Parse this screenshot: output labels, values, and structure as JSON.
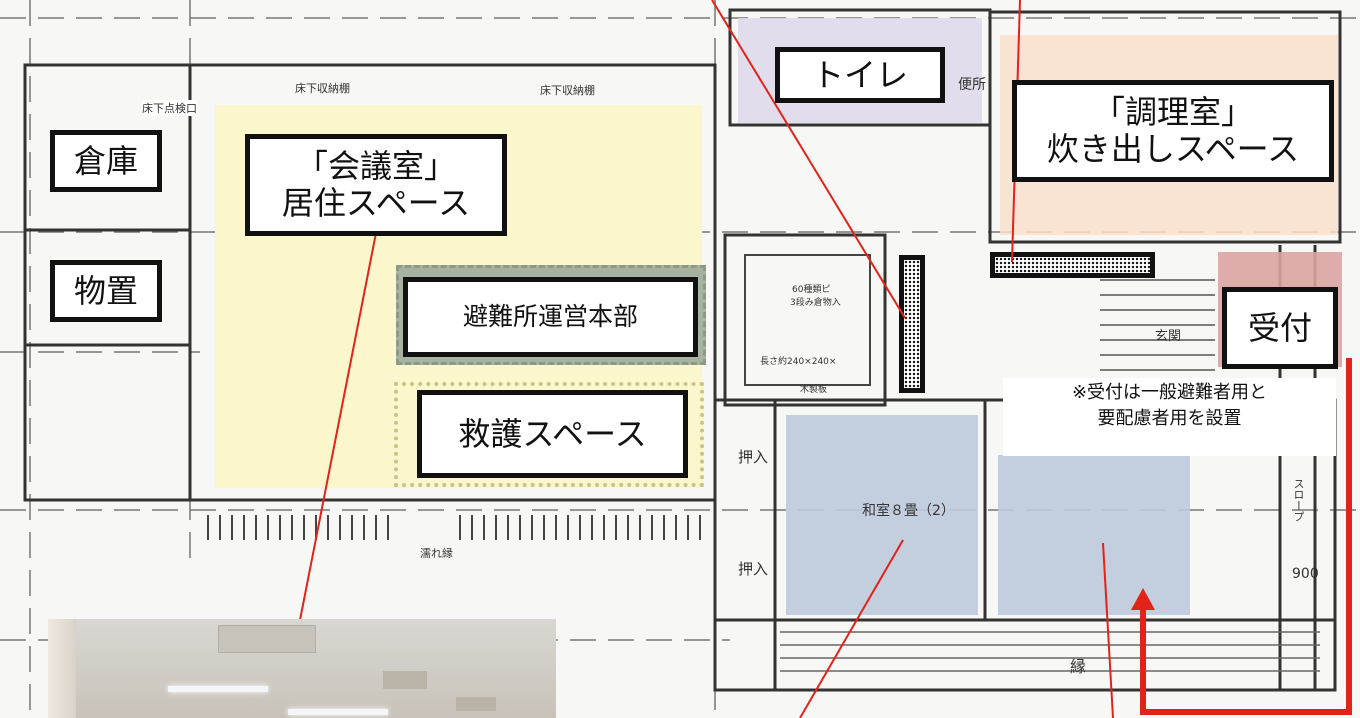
{
  "labels": {
    "toilet": "トイレ",
    "cooking": "「調理室」\n炊き出しスペース",
    "storage": "倉庫",
    "shed": "物置",
    "meeting": "「会議室」\n居住スペース",
    "hq": "避難所運営本部",
    "rescue": "救護スペース",
    "reception": "受付"
  },
  "note": "※受付は一般避難者用と\n要配慮者用を設置",
  "plan_text": {
    "corridor_storage_1": "床下収納棚",
    "corridor_storage_2": "床下収納棚",
    "underfloor_inspection": "床下点検口",
    "washroom": "便所",
    "oshiire_1": "押入",
    "oshiire_2": "押入",
    "washitsu": "和室８畳（2）",
    "engawa": "縁",
    "dimension": "900",
    "slope": "スロープ",
    "entrance": "玄関",
    "rain_line": "濡れ縁",
    "box_note_1": "60種類ピ",
    "box_note_2": "3段み倉物入",
    "box_note_3": "長さ約240×240×",
    "box_note_4": "木製板"
  },
  "colors": {
    "meeting_zone": "#fbf6cc",
    "toilet_zone": "#ddd8ea",
    "cooking_zone": "#f9dfcc",
    "hq_zone": "#a7b3a0",
    "rescue_zone": "#fbf6cc",
    "reception_zone": "#d9a3a3",
    "tatami_zone": "#bcc9dd",
    "leader_line": "#e2231a"
  }
}
